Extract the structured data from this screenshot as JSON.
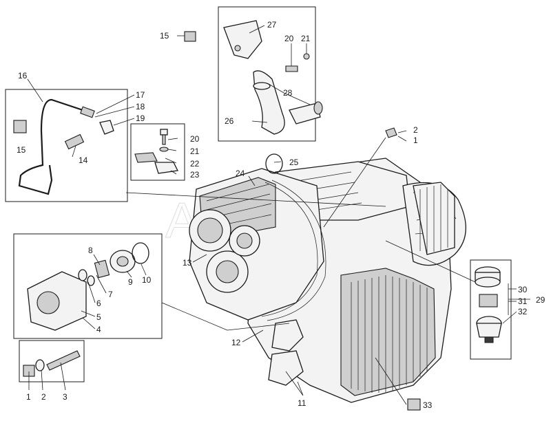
{
  "watermark": "AutoDot",
  "callouts": [
    {
      "id": "c1",
      "text": "1"
    },
    {
      "id": "c2",
      "text": "2"
    },
    {
      "id": "c3",
      "text": "3"
    },
    {
      "id": "c4",
      "text": "4"
    },
    {
      "id": "c5",
      "text": "5"
    },
    {
      "id": "c6",
      "text": "6"
    },
    {
      "id": "c7",
      "text": "7"
    },
    {
      "id": "c8",
      "text": "8"
    },
    {
      "id": "c9",
      "text": "9"
    },
    {
      "id": "c10",
      "text": "10"
    },
    {
      "id": "c11",
      "text": "11"
    },
    {
      "id": "c12",
      "text": "12"
    },
    {
      "id": "c13",
      "text": "13"
    },
    {
      "id": "c14",
      "text": "14"
    },
    {
      "id": "c15a",
      "text": "15"
    },
    {
      "id": "c15b",
      "text": "15"
    },
    {
      "id": "c16",
      "text": "16"
    },
    {
      "id": "c17",
      "text": "17"
    },
    {
      "id": "c18",
      "text": "18"
    },
    {
      "id": "c19",
      "text": "19"
    },
    {
      "id": "c20a",
      "text": "20"
    },
    {
      "id": "c20b",
      "text": "20"
    },
    {
      "id": "c21a",
      "text": "21"
    },
    {
      "id": "c21b",
      "text": "21"
    },
    {
      "id": "c22",
      "text": "22"
    },
    {
      "id": "c23",
      "text": "23"
    },
    {
      "id": "c24",
      "text": "24"
    },
    {
      "id": "c25",
      "text": "25"
    },
    {
      "id": "c26",
      "text": "26"
    },
    {
      "id": "c27",
      "text": "27"
    },
    {
      "id": "c28",
      "text": "28"
    },
    {
      "id": "c29",
      "text": "29"
    },
    {
      "id": "c30",
      "text": "30"
    },
    {
      "id": "c31",
      "text": "31"
    },
    {
      "id": "c32",
      "text": "32"
    },
    {
      "id": "c33",
      "text": "33"
    },
    {
      "id": "c2b",
      "text": "2"
    },
    {
      "id": "c1b",
      "text": "1"
    }
  ]
}
